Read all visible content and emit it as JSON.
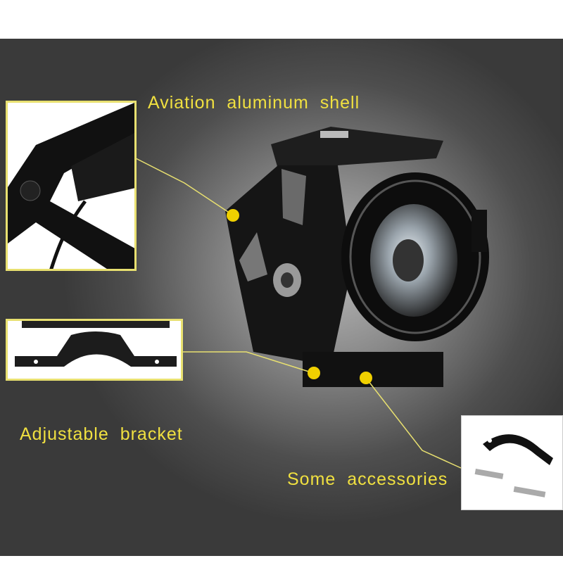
{
  "callouts": {
    "shell": "Aviation aluminum shell",
    "bracket": "Adjustable bracket",
    "accessories": "Some accessories"
  },
  "colors": {
    "accent": "#f0e040",
    "background": "#4a4a4a"
  }
}
